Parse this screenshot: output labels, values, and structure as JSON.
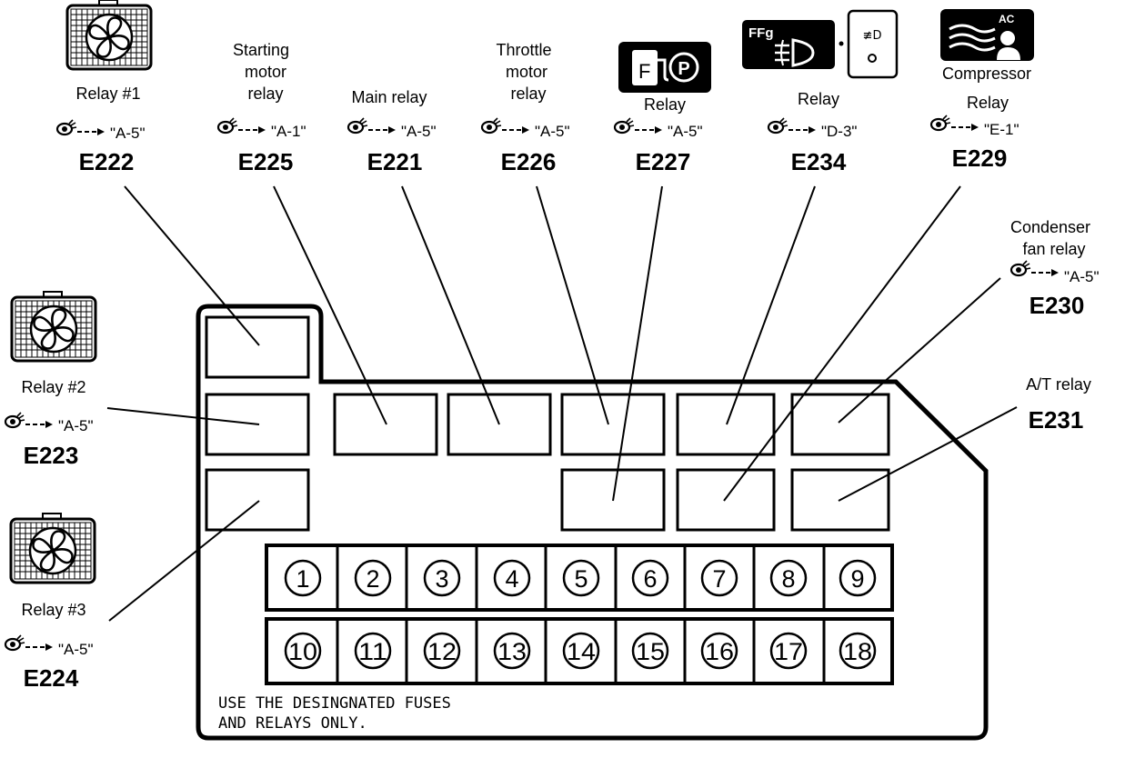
{
  "relays": [
    {
      "name": "Relay #1",
      "ref": "\"A-5\"",
      "code": "E222",
      "icon": "radiator-fan-icon"
    },
    {
      "name_lines": [
        "Starting",
        "motor",
        "relay"
      ],
      "ref": "\"A-1\"",
      "code": "E225"
    },
    {
      "name": "Main relay",
      "ref": "\"A-5\"",
      "code": "E221"
    },
    {
      "name_lines": [
        "Throttle",
        "motor",
        "relay"
      ],
      "ref": "\"A-5\"",
      "code": "E226"
    },
    {
      "name": "Relay",
      "ref": "\"A-5\"",
      "code": "E227",
      "icon": "fuel-pump-icon",
      "icon_text": {
        "f": "F",
        "p": "P"
      }
    },
    {
      "name": "Relay",
      "ref": "\"D-3\"",
      "code": "E234",
      "icon": "front-fog-lamp-icon",
      "icon_text": {
        "badge": "FFg",
        "switch": "≢D"
      }
    },
    {
      "name": "Relay",
      "ref": "\"E-1\"",
      "code": "E229",
      "icon": "ac-compressor-icon",
      "icon_text": {
        "badge": "AC",
        "caption": "Compressor"
      }
    },
    {
      "name_lines": [
        "Condenser",
        "fan relay"
      ],
      "ref": "\"A-5\"",
      "code": "E230"
    },
    {
      "name": "A/T relay",
      "code": "E231"
    },
    {
      "name": "Relay #2",
      "ref": "\"A-5\"",
      "code": "E223",
      "icon": "radiator-fan-icon"
    },
    {
      "name": "Relay #3",
      "ref": "\"A-5\"",
      "code": "E224",
      "icon": "radiator-fan-icon"
    }
  ],
  "fuses": [
    "1",
    "2",
    "3",
    "4",
    "5",
    "6",
    "7",
    "8",
    "9",
    "10",
    "11",
    "12",
    "13",
    "14",
    "15",
    "16",
    "17",
    "18"
  ],
  "note_lines": [
    "USE THE DESINGNATED FUSES",
    "AND RELAYS ONLY."
  ],
  "colors": {
    "ink": "#000000",
    "paper": "#ffffff"
  }
}
